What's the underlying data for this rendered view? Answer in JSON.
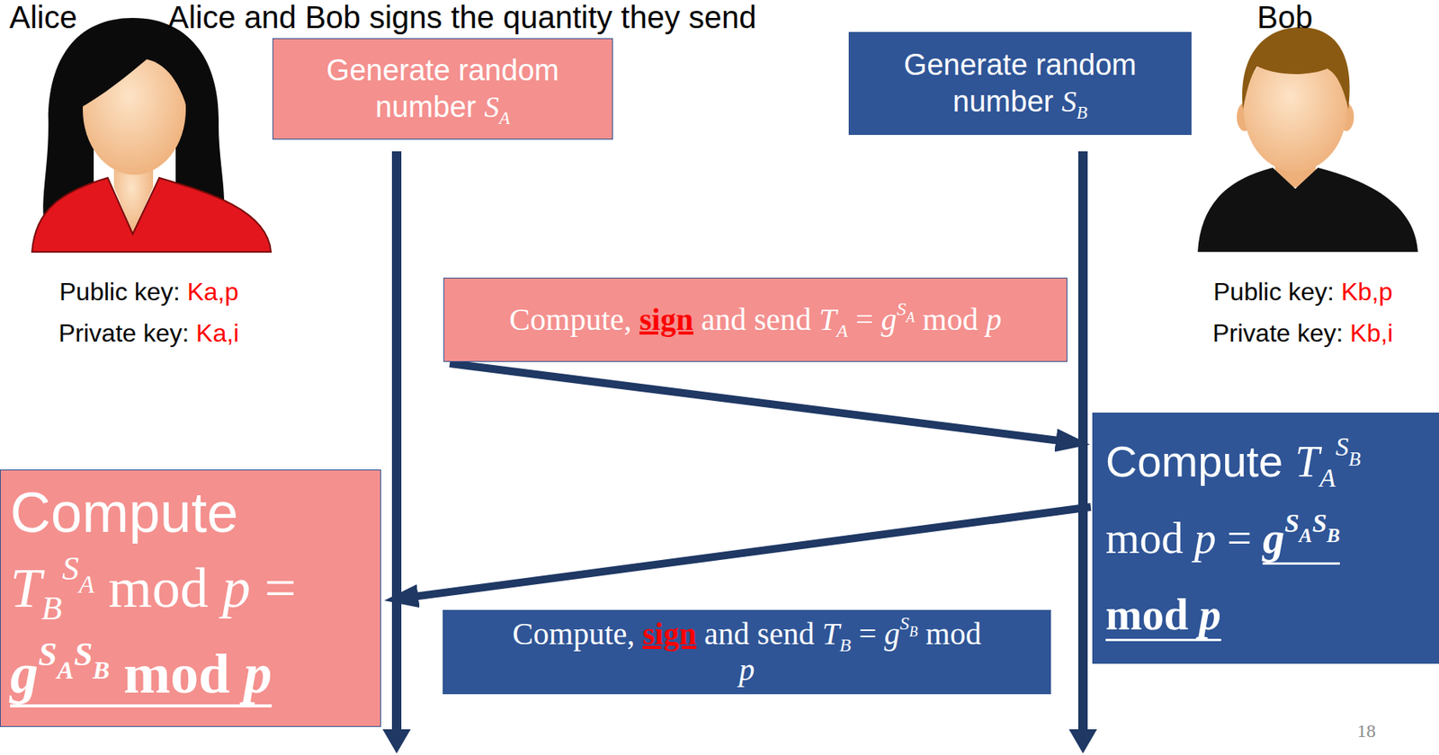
{
  "diagram": {
    "title": "Alice and Bob signs the quantity they send",
    "nodes": [
      {
        "text": [
          "Generate random number SA"
        ]
      },
      {
        "text": [
          "Generate random number SB"
        ]
      },
      {
        "text": [
          "Compute, sign and send TA = gSA mod p"
        ]
      },
      {
        "text": [
          "Compute TASB mod p = gSASB mod p"
        ]
      },
      {
        "text": [
          "Compute TBSA mod p = gSASB mod p"
        ]
      },
      {
        "text": [
          "Compute, sign and send TB = gSB mod p"
        ]
      }
    ],
    "edges": [
      {
        "from": 2,
        "to": 3,
        "arrow": "to"
      },
      {
        "from": 3,
        "to": 4,
        "arrow": "to"
      }
    ],
    "labels": [
      "Alice",
      "Bob",
      "Public key: Ka,p",
      "Private key: Ka,i",
      "Public key: Kb,p",
      "Private key: Kb,i",
      "18"
    ]
  }
}
